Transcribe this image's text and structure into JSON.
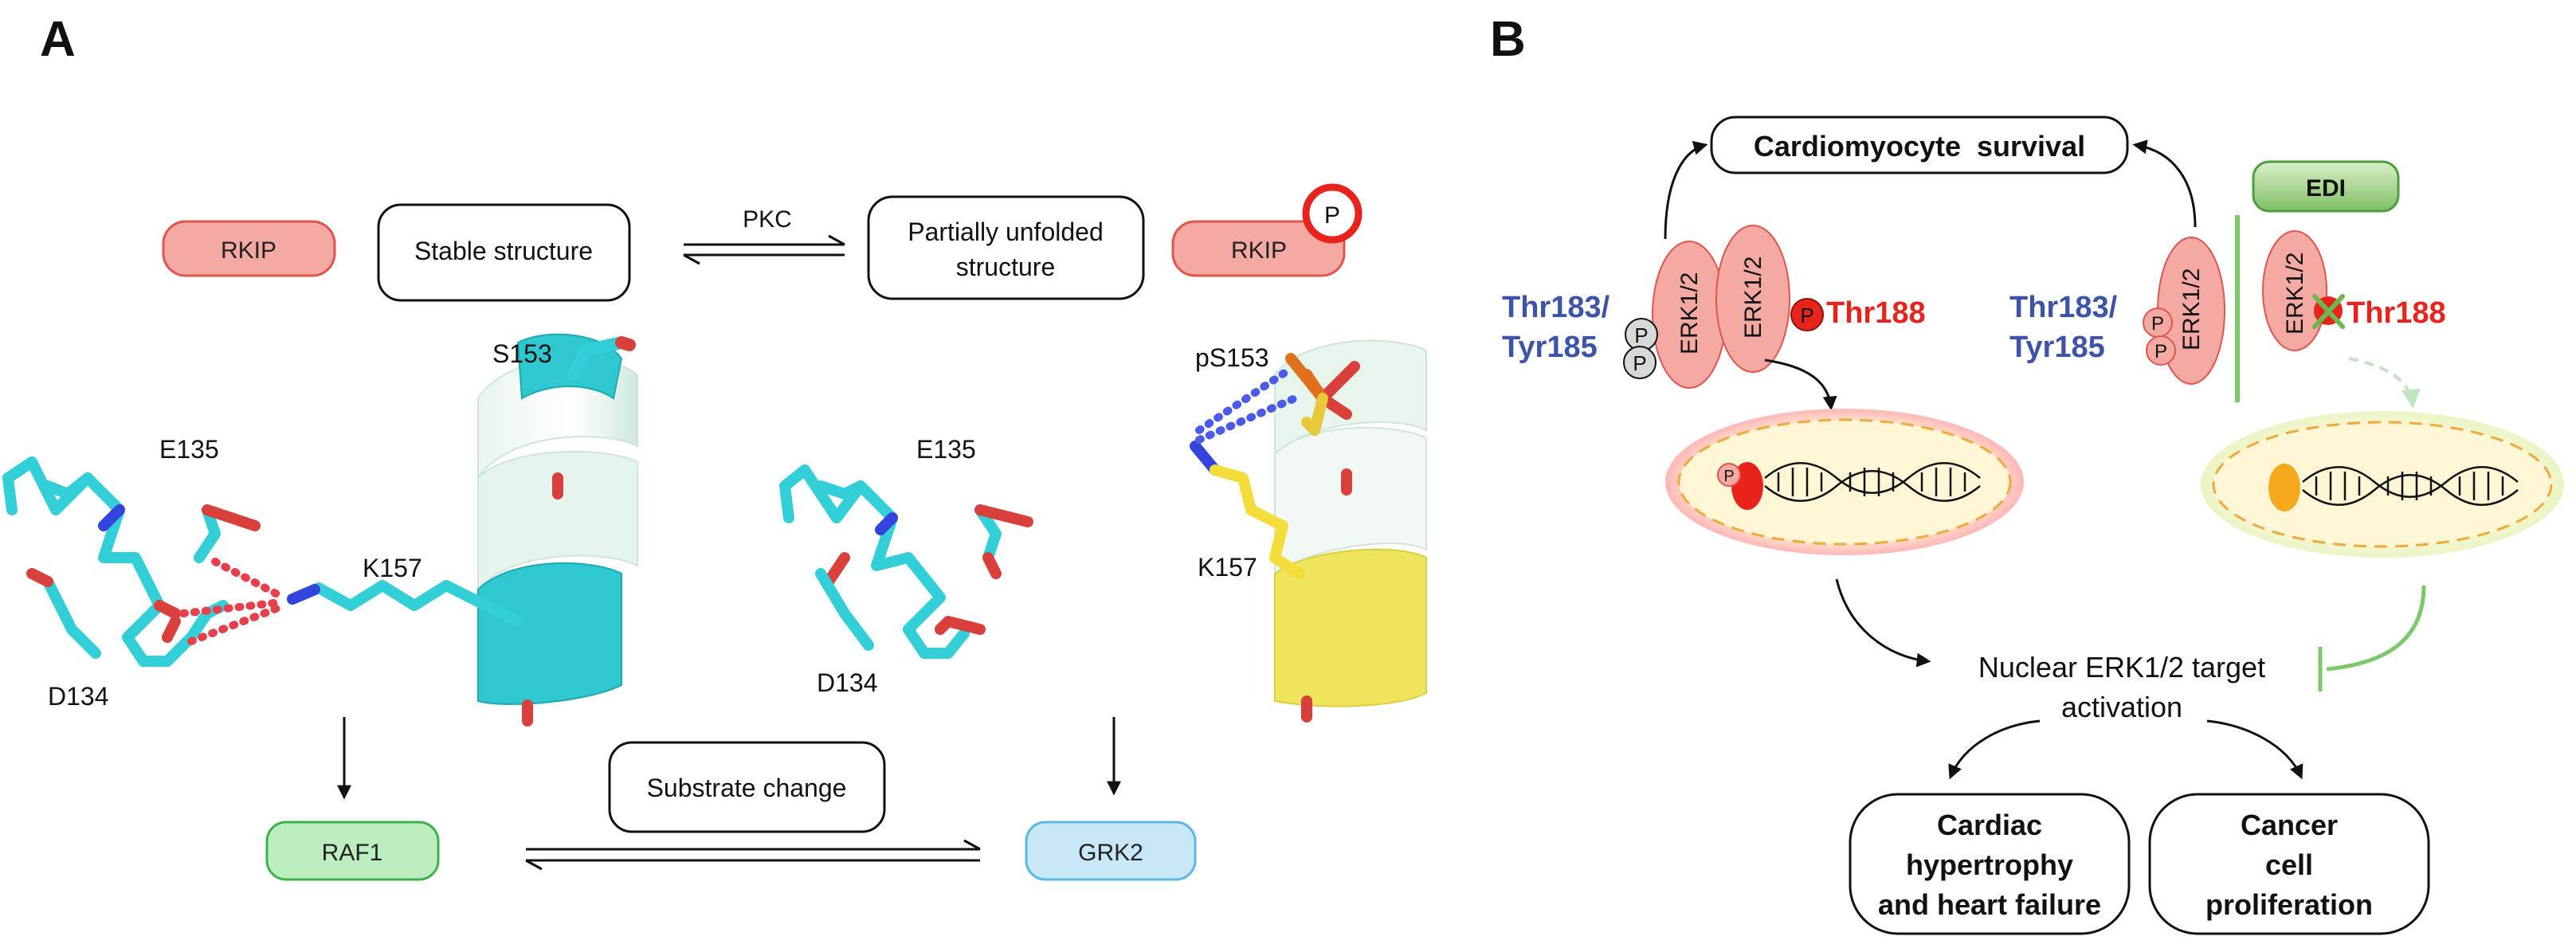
{
  "panel_a": {
    "label": "A",
    "rkip_left": "RKIP",
    "stable": "Stable structure",
    "pkc": "PKC",
    "unfolded_1": "Partially unfolded",
    "unfolded_2": "structure",
    "rkip_right": "RKIP",
    "phospho": "P",
    "s153": "S153",
    "e135_left": "E135",
    "k157_left": "K157",
    "d134_left": "D134",
    "e135_right": "E135",
    "d134_right": "D134",
    "ps153": "pS153",
    "k157_right": "K157",
    "substrate": "Substrate change",
    "raf1": "RAF1",
    "grk2": "GRK2"
  },
  "panel_b": {
    "label": "B",
    "survival": "Cardiomyocyte  survival",
    "edi": "EDI",
    "thr183_left": "Thr183/",
    "tyr185_left": "Tyr185",
    "thr188_left": "Thr188",
    "thr183_right": "Thr183/",
    "tyr185_right": "Tyr185",
    "thr188_right": "Thr188",
    "erk": "ERK1/2",
    "p": "P",
    "nuclear_1": "Nuclear ERK1/2 target",
    "nuclear_2": "activation",
    "cardiac_1": "Cardiac",
    "cardiac_2": "hypertrophy",
    "cardiac_3": "and heart failure",
    "cancer_1": "Cancer",
    "cancer_2": "cell",
    "cancer_3": "proliferation"
  },
  "colors": {
    "rkip_fill": "#f4a9a3",
    "rkip_stroke": "#e0554d",
    "raf1_fill": "#bdeec0",
    "raf1_stroke": "#3cb34a",
    "grk2_fill": "#c9e8f7",
    "grk2_stroke": "#5bb7e6",
    "cyan": "#33cfd8",
    "blue_text": "#3d53a8",
    "red_text": "#e8231b",
    "edi_fill": "#8fc97a",
    "inhibit_green": "#7cc96a"
  }
}
